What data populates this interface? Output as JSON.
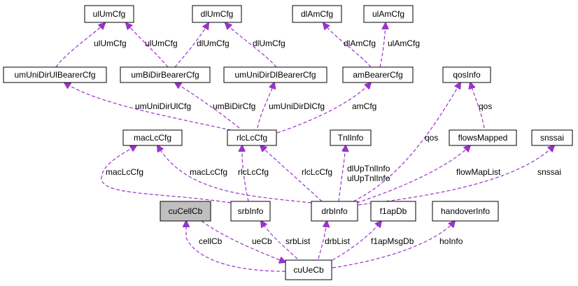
{
  "colors": {
    "edge": "#9a32cd",
    "node_border": "#000000",
    "node_fill": "#ffffff",
    "highlight_fill": "#bfbfbf"
  },
  "nodes": {
    "ulUmCfg": "ulUmCfg",
    "dlUmCfg": "dlUmCfg",
    "dlAmCfg": "dlAmCfg",
    "ulAmCfg": "ulAmCfg",
    "umUniDirUlBearerCfg": "umUniDirUlBearerCfg",
    "umBiDirBearerCfg": "umBiDirBearerCfg",
    "umUniDirDlBearerCfg": "umUniDirDlBearerCfg",
    "amBearerCfg": "amBearerCfg",
    "qosInfo": "qosInfo",
    "macLcCfg": "macLcCfg",
    "rlcLcCfg": "rlcLcCfg",
    "TnlInfo": "TnlInfo",
    "flowsMapped": "flowsMapped",
    "snssai": "snssai",
    "cuCellCb": "cuCellCb",
    "srbInfo": "srbInfo",
    "drbInfo": "drbInfo",
    "f1apDb": "f1apDb",
    "handoverInfo": "handoverInfo",
    "cuUeCb": "cuUeCb"
  },
  "edges": {
    "ulUmCfg_to_umUniDirUl": "ulUmCfg",
    "ulUmCfg_to_umBiDir": "ulUmCfg",
    "dlUmCfg_to_umBiDir": "dlUmCfg",
    "dlUmCfg_to_umUniDirDl": "dlUmCfg",
    "dlAmCfg_to_amBearer": "dlAmCfg",
    "ulAmCfg_to_amBearer": "ulAmCfg",
    "umUniDirUlCfg": "umUniDirUlCfg",
    "umBiDirCfg": "umBiDirCfg",
    "umUniDirDlCfg": "umUniDirDlCfg",
    "amCfg": "amCfg",
    "qos_flows": "qos",
    "qos_drb": "qos",
    "macLcCfg_srb": "macLcCfg",
    "macLcCfg_drb": "macLcCfg",
    "rlcLcCfg_srb": "rlcLcCfg",
    "rlcLcCfg_drb": "rlcLcCfg",
    "tnl_line1": "dlUpTnlInfo",
    "tnl_line2": "ulUpTnlInfo",
    "flowMapList": "flowMapList",
    "snssai": "snssai",
    "cellCb": "cellCb",
    "ueCb": "ueCb",
    "srbList": "srbList",
    "drbList": "drbList",
    "f1apMsgDb": "f1apMsgDb",
    "hoInfo": "hoInfo"
  }
}
